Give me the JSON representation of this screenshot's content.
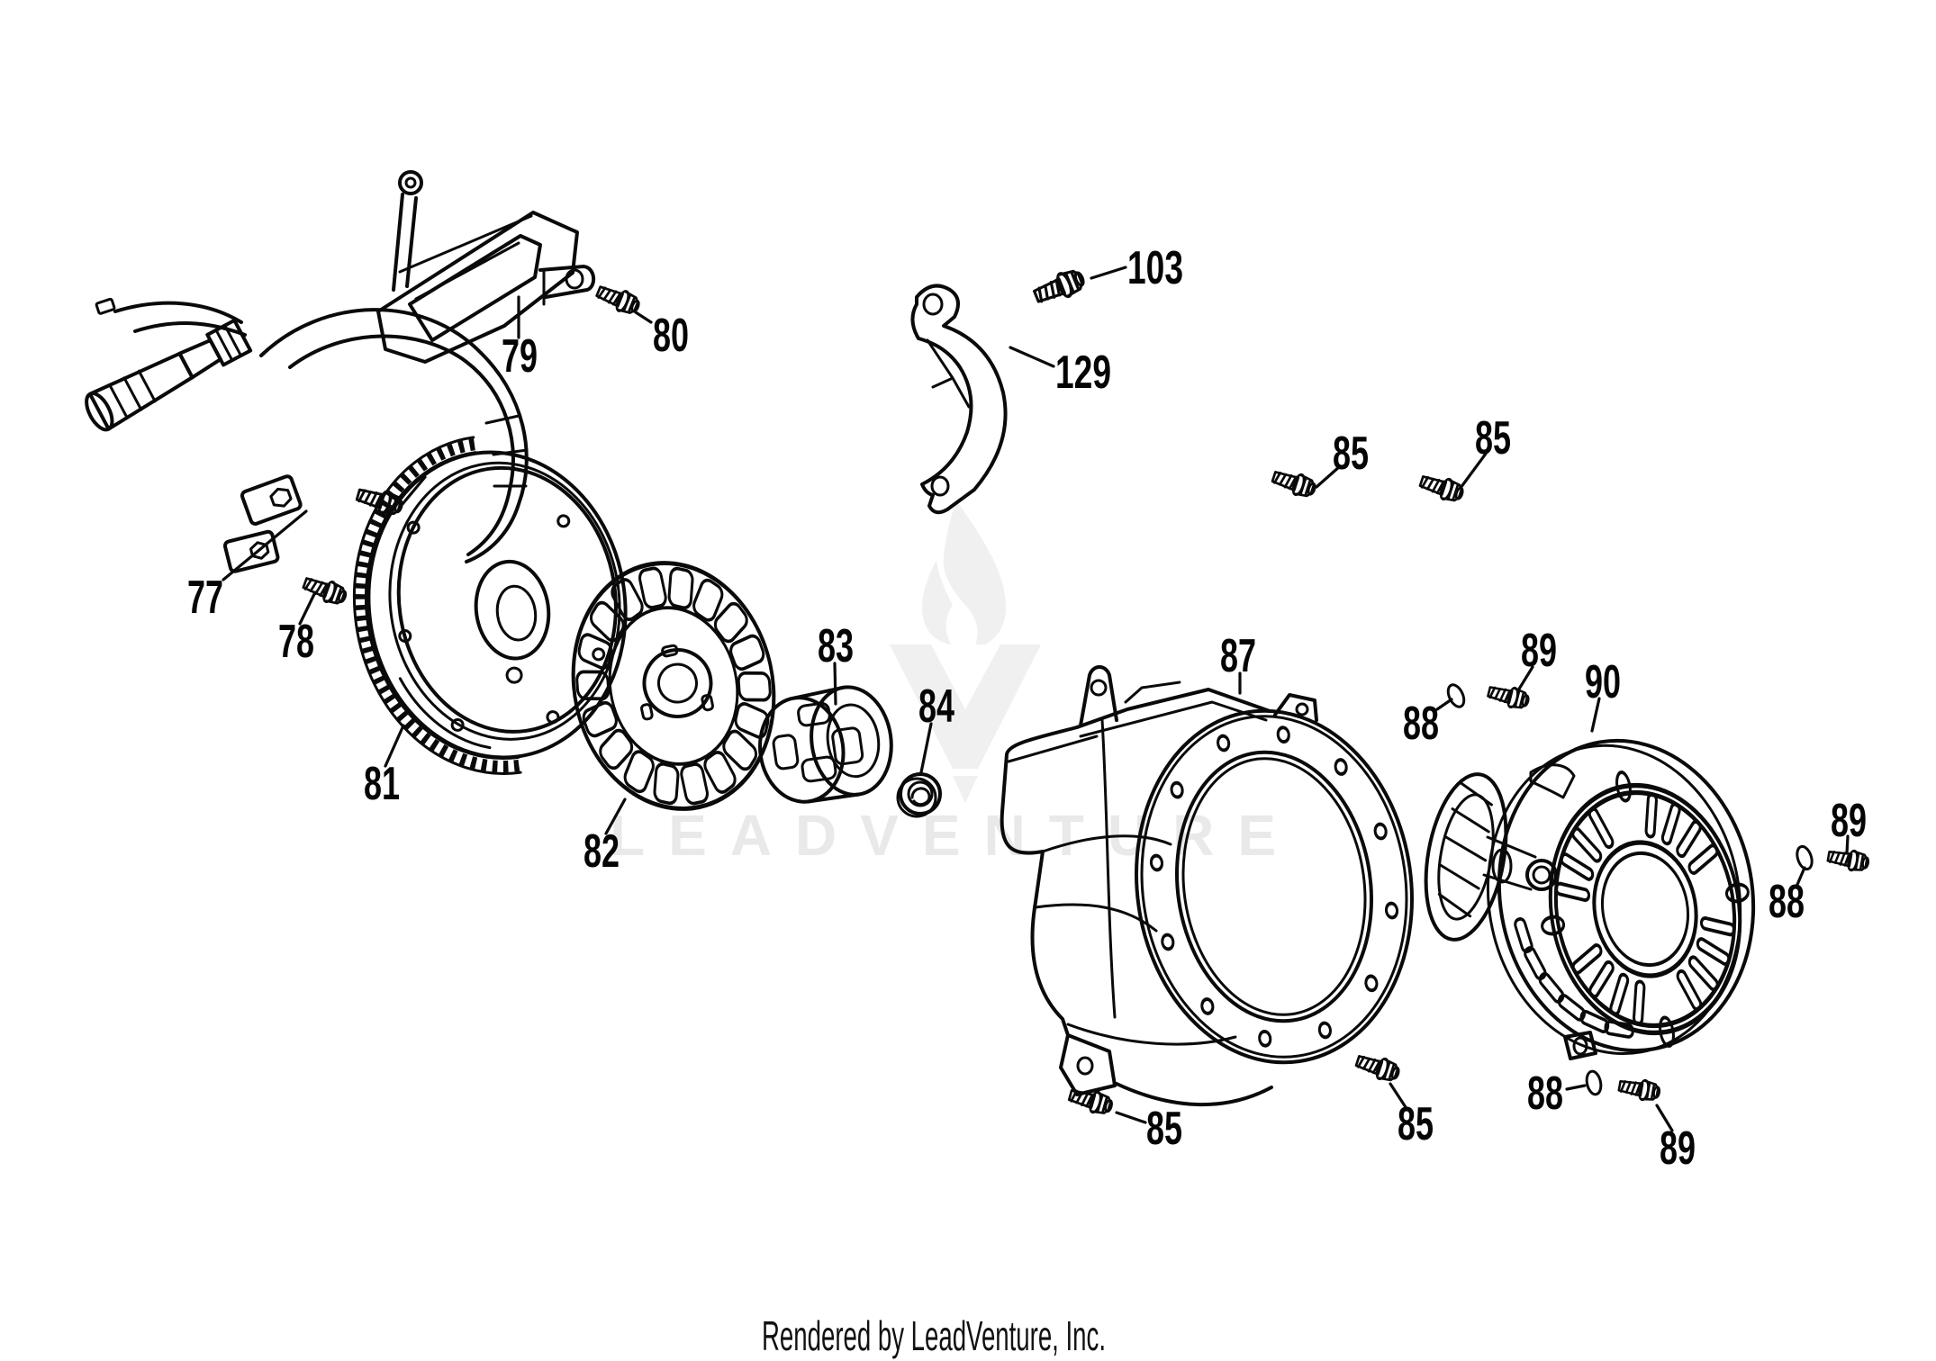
{
  "diagram": {
    "watermark": {
      "brand": "LEADVENTURE"
    },
    "footer": {
      "credit": "Rendered by LeadVenture, Inc."
    },
    "colors": {
      "line": "#0a0a0a",
      "watermark_text": "#e9e9e9",
      "watermark_mark": "#f0f0f0",
      "background": "#ffffff"
    },
    "callouts": [
      {
        "label": "79"
      },
      {
        "label": "80"
      },
      {
        "label": "103"
      },
      {
        "label": "129"
      },
      {
        "label": "77"
      },
      {
        "label": "78"
      },
      {
        "label": "81"
      },
      {
        "label": "82"
      },
      {
        "label": "83"
      },
      {
        "label": "84"
      },
      {
        "label": "85"
      },
      {
        "label": "85"
      },
      {
        "label": "87"
      },
      {
        "label": "88"
      },
      {
        "label": "89"
      },
      {
        "label": "90"
      },
      {
        "label": "89"
      },
      {
        "label": "88"
      },
      {
        "label": "85"
      },
      {
        "label": "85"
      },
      {
        "label": "88"
      },
      {
        "label": "89"
      }
    ]
  }
}
